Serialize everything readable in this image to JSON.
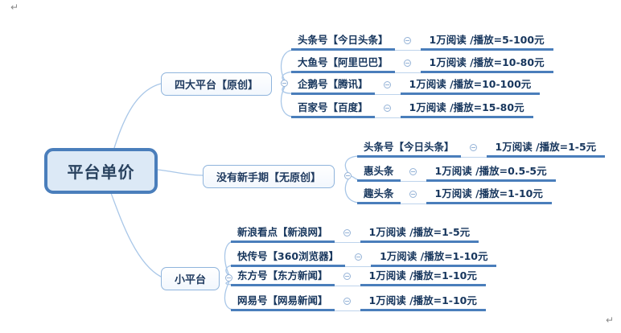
{
  "root": {
    "label": "平台单价"
  },
  "branches": [
    {
      "label": "四大平台【原创】",
      "children": [
        {
          "topic": "头条号【今日头条】",
          "value": "1万阅读 /播放=5-100元"
        },
        {
          "topic": "大鱼号【阿里巴巴】",
          "value": "1万阅读 /播放=10-80元"
        },
        {
          "topic": "企鹅号【腾讯】",
          "value": "1万阅读 /播放=10-100元"
        },
        {
          "topic": "百家号【百度】",
          "value": "1万阅读 /播放=15-80元"
        }
      ]
    },
    {
      "label": "没有新手期【无原创】",
      "children": [
        {
          "topic": "头条号【今日头条】",
          "value": "1万阅读 /播放=1-5元"
        },
        {
          "topic": "惠头条",
          "value": "1万阅读 /播放=0.5-5元"
        },
        {
          "topic": "趣头条",
          "value": "1万阅读 /播放=1-10元"
        }
      ]
    },
    {
      "label": "小平台",
      "children": [
        {
          "topic": "新浪看点【新浪网】",
          "value": "1万阅读 /播放=1-5元"
        },
        {
          "topic": "快传号【360浏览器】",
          "value": "1万阅读 /播放=1-10元"
        },
        {
          "topic": "东方号【东方新闻】",
          "value": "1万阅读 /播放=1-10元"
        },
        {
          "topic": "网易号【网易新闻】",
          "value": "1万阅读 /播放=1-10元"
        }
      ]
    }
  ],
  "marks": {
    "paragraph_top_left": "↵",
    "paragraph_bottom_right": "↵"
  },
  "colors": {
    "underline_accent": "#4a7ebb",
    "root_border": "#4a7ebb",
    "root_fill": "#dce9f6",
    "node_border": "#8fb4dc",
    "text": "#17365d",
    "connector": "#a9c7e8",
    "collapse_icon": "#95b3d7",
    "paragraph_mark": "#8a8a8a"
  }
}
